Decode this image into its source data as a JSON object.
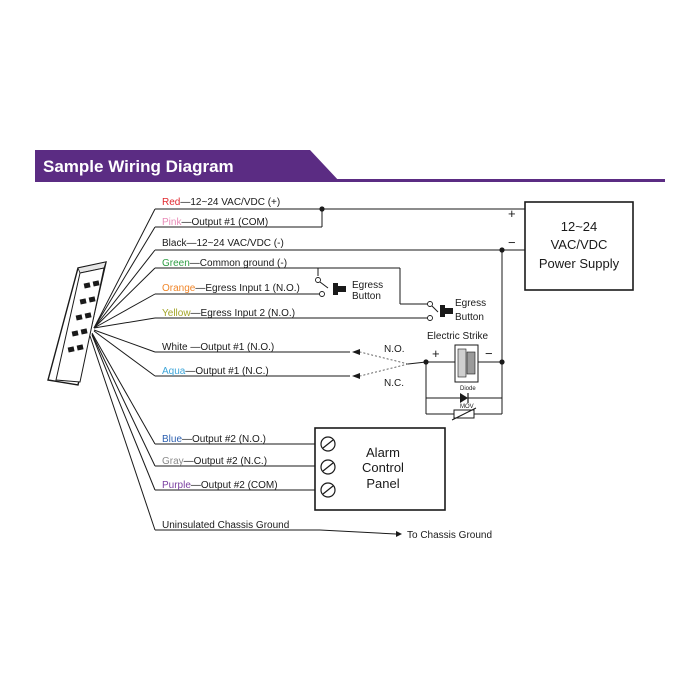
{
  "header": {
    "title": "Sample Wiring Diagram",
    "bg_color": "#5b2c83",
    "line_color": "#5b2c83"
  },
  "wires": [
    {
      "color_name": "Red",
      "color": "#e0282e",
      "desc": "—12~24 VAC/VDC (+)"
    },
    {
      "color_name": "Pink",
      "color": "#e88cb8",
      "desc": "—Output #1 (COM)"
    },
    {
      "color_name": "Black",
      "color": "#1a1a1a",
      "desc": "—12~24 VAC/VDC (-)"
    },
    {
      "color_name": "Green",
      "color": "#2f9e44",
      "desc": "—Common ground (-)"
    },
    {
      "color_name": "Orange",
      "color": "#f0862a",
      "desc": "—Egress Input 1 (N.O.)"
    },
    {
      "color_name": "Yellow",
      "color": "#a3a52a",
      "desc": "—Egress Input 2 (N.O.)"
    },
    {
      "color_name": "White",
      "color": "#1a1a1a",
      "desc": " —Output #1 (N.O.)"
    },
    {
      "color_name": "Aqua",
      "color": "#3fa6d9",
      "desc": "—Output #1 (N.C.)"
    },
    {
      "color_name": "Blue",
      "color": "#2b5fb0",
      "desc": "—Output  #2 (N.O.)"
    },
    {
      "color_name": "Gray",
      "color": "#8a8a8a",
      "desc": "—Output #2 (N.C.)"
    },
    {
      "color_name": "Purple",
      "color": "#7a3fa0",
      "desc": "—Output #2 (COM)"
    }
  ],
  "chassis": {
    "label": "Uninsulated Chassis Ground",
    "to": "To Chassis Ground"
  },
  "power_supply": {
    "line1": "12~24",
    "line2": "VAC/VDC",
    "line3": "Power Supply",
    "plus": "+",
    "minus": "−"
  },
  "egress_buttons": [
    {
      "line1": "Egress",
      "line2": "Button"
    },
    {
      "line1": "Egress",
      "line2": "Button"
    }
  ],
  "strike": {
    "title": "Electric Strike",
    "plus": "+",
    "minus": "−",
    "diode": "Diode",
    "mov": "MOV"
  },
  "contacts": {
    "no": "N.O.",
    "nc": "N.C."
  },
  "alarm_panel": {
    "line1": "Alarm",
    "line2": "Control",
    "line3": "Panel"
  }
}
